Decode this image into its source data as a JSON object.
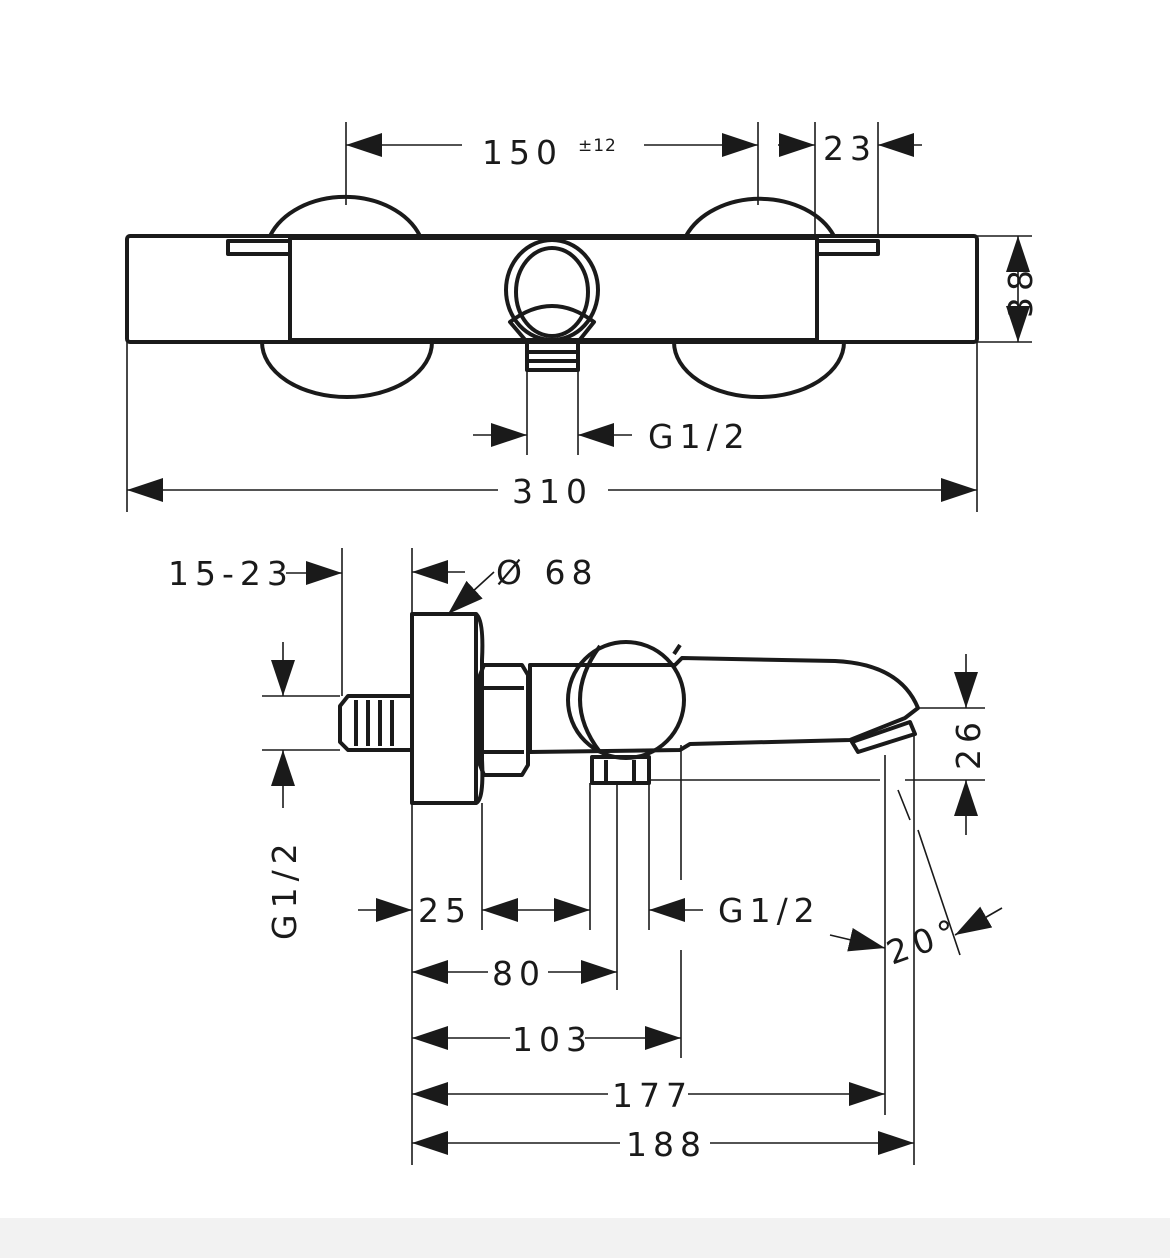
{
  "top_view": {
    "spacing": "150",
    "tolerance": "±12",
    "offset": "23",
    "height": "38",
    "outlet_thread": "G1/2",
    "width": "310"
  },
  "side_view": {
    "wall_distance": "15-23",
    "plate_diameter": "Ø 68",
    "inlet_thread": "G1/2",
    "spout_height": "26",
    "plate_depth": "25",
    "outlet_thread": "G1/2",
    "angle": "20°",
    "dim_80": "80",
    "dim_103": "103",
    "dim_177": "177",
    "dim_188": "188"
  }
}
